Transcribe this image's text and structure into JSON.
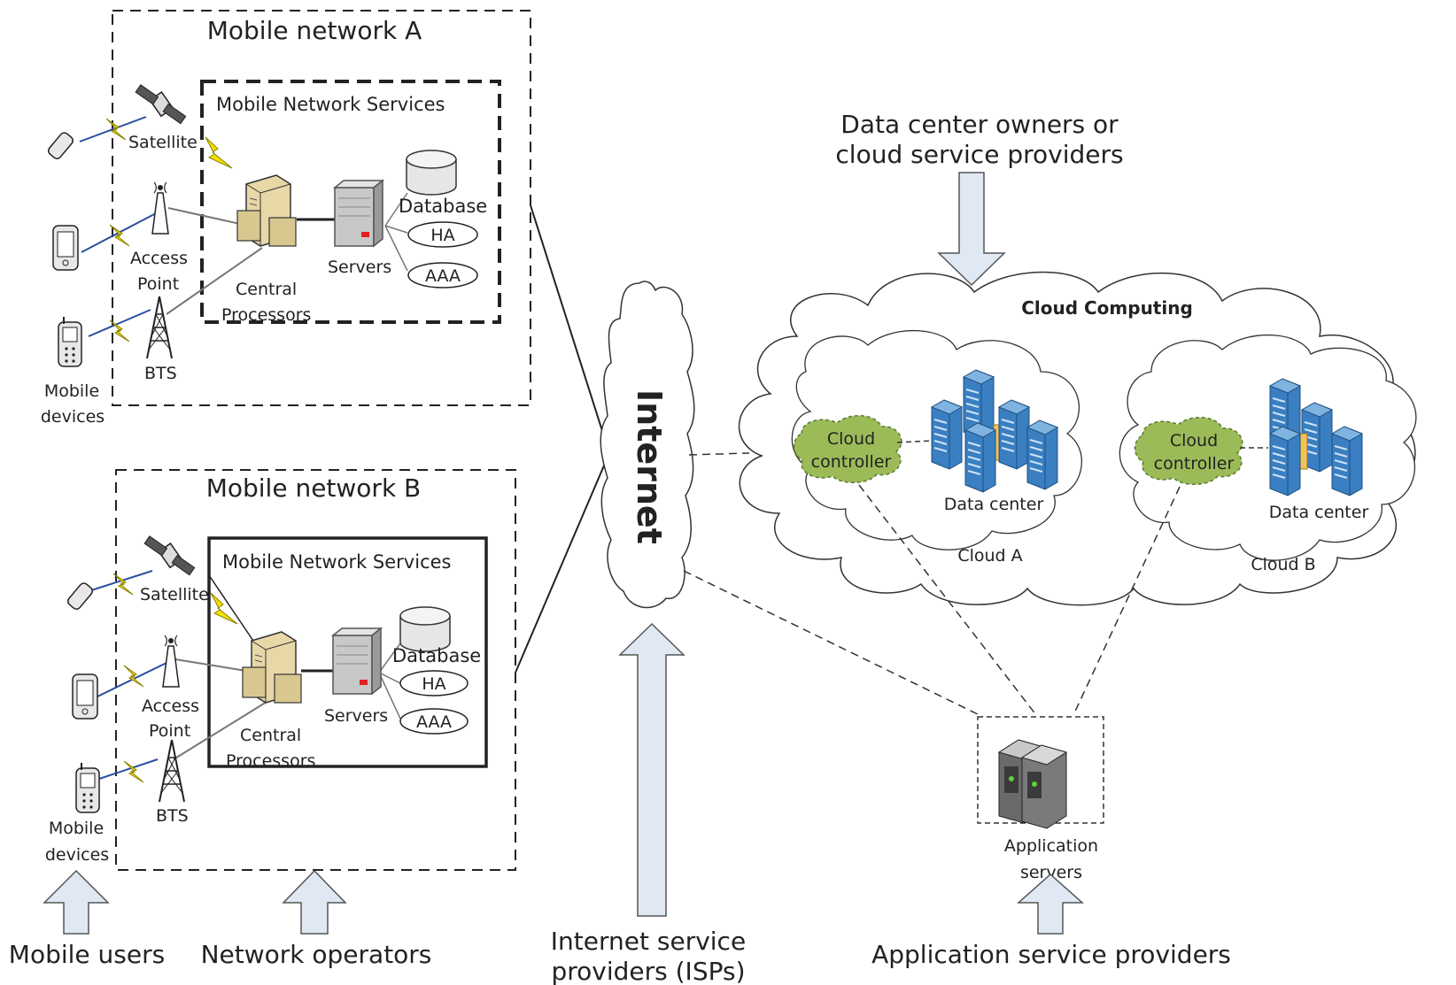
{
  "mobile_network_a": {
    "title": "Mobile network A",
    "services_title": "Mobile Network Services",
    "satellite": "Satellite",
    "access_point_1": "Access",
    "access_point_2": "Point",
    "bts": "BTS",
    "central_1": "Central",
    "central_2": "Processors",
    "servers": "Servers",
    "database": "Database",
    "ha": "HA",
    "aaa": "AAA",
    "mobile_devices_1": "Mobile",
    "mobile_devices_2": "devices"
  },
  "mobile_network_b": {
    "title": "Mobile network B",
    "services_title": "Mobile Network Services",
    "satellite": "Satellite",
    "access_point_1": "Access",
    "access_point_2": "Point",
    "bts": "BTS",
    "central_1": "Central",
    "central_2": "Processors",
    "servers": "Servers",
    "database": "Database",
    "ha": "HA",
    "aaa": "AAA",
    "mobile_devices_1": "Mobile",
    "mobile_devices_2": "devices"
  },
  "internet": "Internet",
  "cloud": {
    "title": "Cloud Computing",
    "owners_1": "Data center owners or",
    "owners_2": "cloud service providers",
    "controller_1": "Cloud",
    "controller_2": "controller",
    "data_center": "Data center",
    "cloud_a": "Cloud A",
    "cloud_b": "Cloud B"
  },
  "app_servers_1": "Application",
  "app_servers_2": "servers",
  "bottom": {
    "mobile_users": "Mobile users",
    "network_operators": "Network operators",
    "isp_1": "Internet service",
    "isp_2": "providers (ISPs)",
    "asp": "Application service providers"
  },
  "colors": {
    "arrow_fill": "#dfe8f3",
    "cloud_controller": "#9bbb59",
    "server_blue": "#3a7fc1",
    "lightning": "#f2e000"
  }
}
